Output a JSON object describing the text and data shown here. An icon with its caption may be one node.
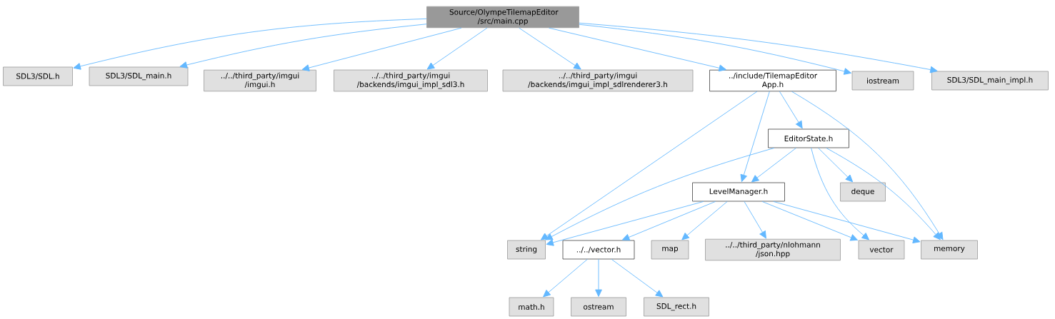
{
  "diagram": {
    "nodes": [
      {
        "text": [
          "Source/OlympeTilemapEditor /src/main.cpp"
        ]
      },
      {
        "text": [
          "SDL3/SDL.h"
        ]
      },
      {
        "text": [
          "SDL3/SDL_main.h"
        ]
      },
      {
        "text": [
          "../../third_party/imgui /imgui.h"
        ]
      },
      {
        "text": [
          "../../third_party/imgui /backends/imgui_impl_sdl3.h"
        ]
      },
      {
        "text": [
          "../../third_party/imgui /backends/imgui_impl_sdlrenderer3.h"
        ]
      },
      {
        "text": [
          "../include/TilemapEditor App.h"
        ]
      },
      {
        "text": [
          "iostream"
        ]
      },
      {
        "text": [
          "SDL3/SDL_main_impl.h"
        ]
      },
      {
        "text": [
          "EditorState.h"
        ]
      },
      {
        "text": [
          "LevelManager.h"
        ]
      },
      {
        "text": [
          "deque"
        ]
      },
      {
        "text": [
          "string"
        ]
      },
      {
        "text": [
          "../../vector.h"
        ]
      },
      {
        "text": [
          "map"
        ]
      },
      {
        "text": [
          "../../third_party/nlohmann /json.hpp"
        ]
      },
      {
        "text": [
          "vector"
        ]
      },
      {
        "text": [
          "memory"
        ]
      },
      {
        "text": [
          "math.h"
        ]
      },
      {
        "text": [
          "ostream"
        ]
      },
      {
        "text": [
          "SDL_rect.h"
        ]
      }
    ],
    "edges": [
      {
        "from": 0,
        "to": 1,
        "arrow": "to"
      },
      {
        "from": 0,
        "to": 2,
        "arrow": "to"
      },
      {
        "from": 0,
        "to": 3,
        "arrow": "to"
      },
      {
        "from": 0,
        "to": 4,
        "arrow": "to"
      },
      {
        "from": 0,
        "to": 5,
        "arrow": "to"
      },
      {
        "from": 0,
        "to": 6,
        "arrow": "to"
      },
      {
        "from": 0,
        "to": 7,
        "arrow": "to"
      },
      {
        "from": 0,
        "to": 8,
        "arrow": "to"
      },
      {
        "from": 6,
        "to": 12,
        "arrow": "to"
      },
      {
        "from": 6,
        "to": 10,
        "arrow": "to"
      },
      {
        "from": 6,
        "to": 9,
        "arrow": "to"
      },
      {
        "from": 6,
        "to": 17,
        "arrow": "to"
      },
      {
        "from": 9,
        "to": 12,
        "arrow": "to"
      },
      {
        "from": 9,
        "to": 10,
        "arrow": "to"
      },
      {
        "from": 9,
        "to": 16,
        "arrow": "to"
      },
      {
        "from": 9,
        "to": 11,
        "arrow": "to"
      },
      {
        "from": 9,
        "to": 17,
        "arrow": "to"
      },
      {
        "from": 10,
        "to": 12,
        "arrow": "to"
      },
      {
        "from": 10,
        "to": 13,
        "arrow": "to"
      },
      {
        "from": 10,
        "to": 14,
        "arrow": "to"
      },
      {
        "from": 10,
        "to": 15,
        "arrow": "to"
      },
      {
        "from": 10,
        "to": 16,
        "arrow": "to"
      },
      {
        "from": 10,
        "to": 17,
        "arrow": "to"
      },
      {
        "from": 13,
        "to": 18,
        "arrow": "to"
      },
      {
        "from": 13,
        "to": 19,
        "arrow": "to"
      },
      {
        "from": 13,
        "to": 20,
        "arrow": "to"
      }
    ]
  }
}
